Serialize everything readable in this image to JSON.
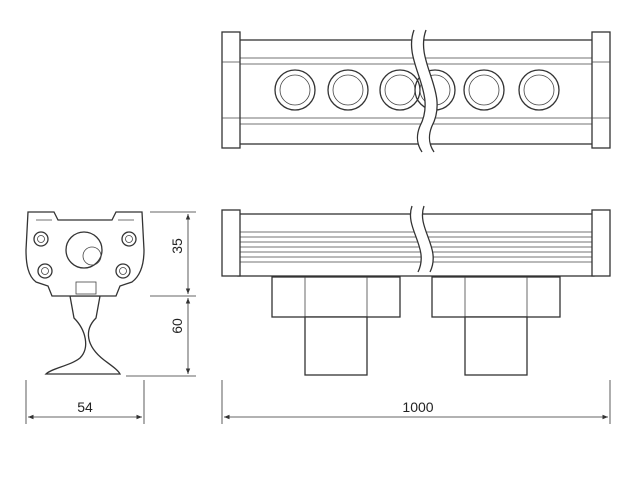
{
  "dimensions": {
    "width_label": "54",
    "height_top_label": "35",
    "height_bottom_label": "60",
    "length_label": "1000"
  },
  "views": {
    "top": {
      "led_count_visible": 6
    },
    "side": {
      "fin_count": 7
    },
    "end": {
      "screw_count": 4
    }
  },
  "colors": {
    "line": "#333333",
    "background": "#ffffff"
  }
}
